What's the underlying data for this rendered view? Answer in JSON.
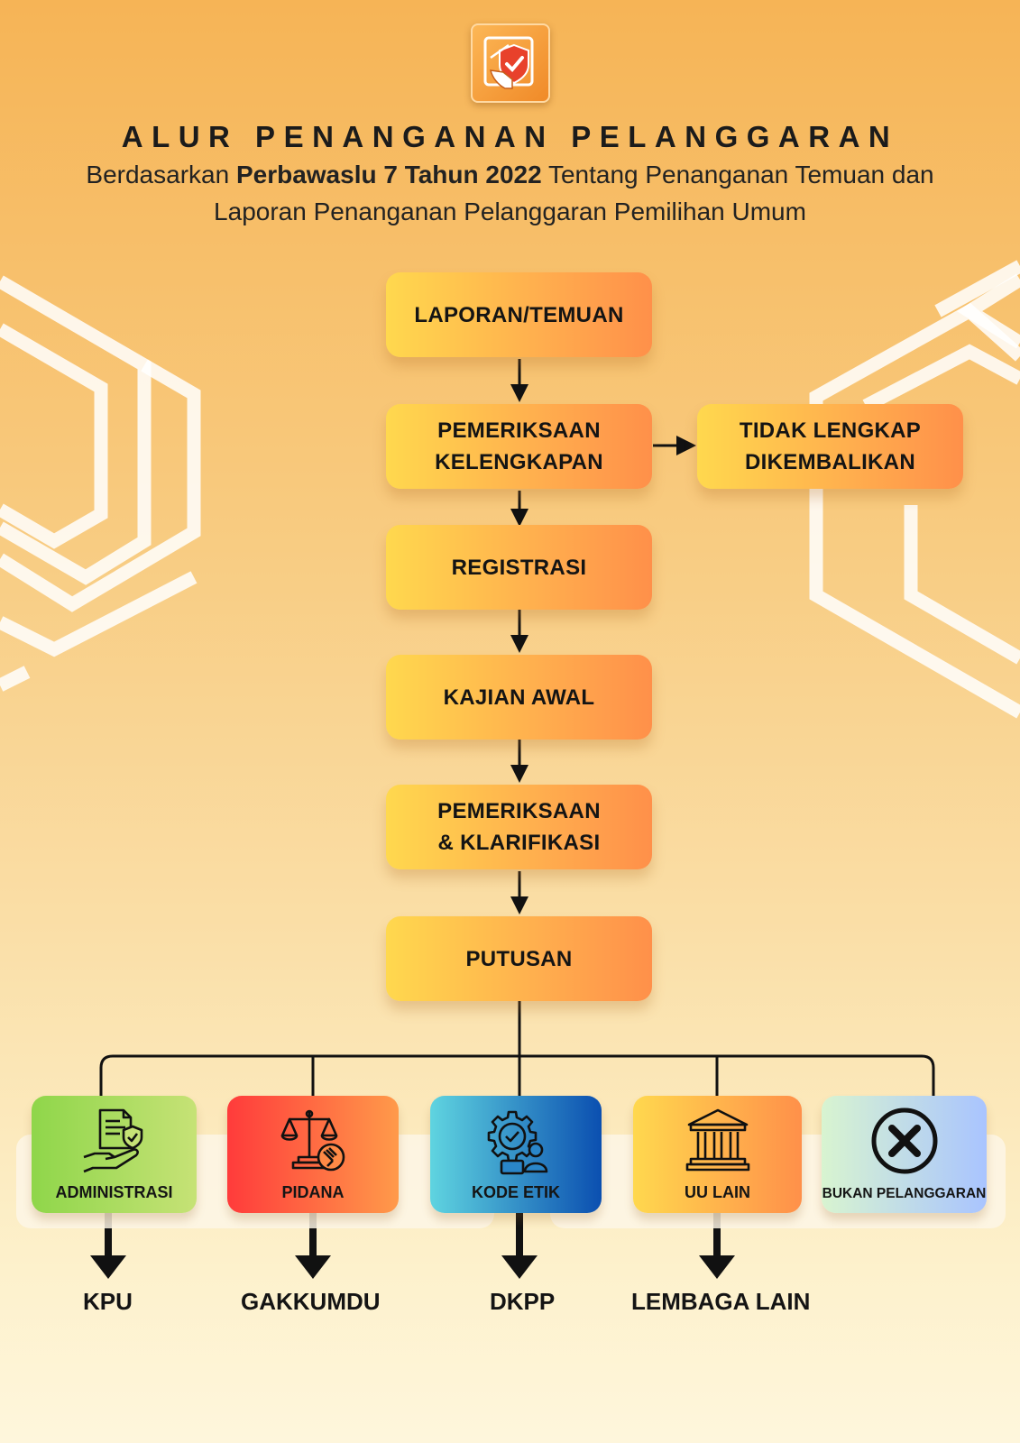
{
  "header": {
    "title": "ALUR PENANGANAN PELANGGARAN",
    "subtitle_pre": "Berdasarkan ",
    "subtitle_bold": "Perbawaslu 7 Tahun 2022",
    "subtitle_post": " Tentang Penanganan Temuan dan",
    "subtitle_line2": "Laporan Penanganan Pelanggaran Pemilihan Umum"
  },
  "flow": {
    "laporan": "LAPORAN/TEMUAN",
    "pemeriksaan_kelengkapan": [
      "PEMERIKSAAN",
      "KELENGKAPAN"
    ],
    "tidak_lengkap": [
      "TIDAK LENGKAP",
      "DIKEMBALIKAN"
    ],
    "registrasi": "REGISTRASI",
    "kajian_awal": "KAJIAN AWAL",
    "pemeriksaan_klarifikasi": [
      "PEMERIKSAAN",
      "& KLARIFIKASI"
    ],
    "putusan": "PUTUSAN"
  },
  "categories": {
    "administrasi": "ADMINISTRASI",
    "pidana": "PIDANA",
    "kode_etik": "KODE ETIK",
    "uu_lain": "UU LAIN",
    "bukan_pelanggaran": "BUKAN PELANGGARAN"
  },
  "destinations": {
    "kpu": "KPU",
    "gakkumdu": "GAKKUMDU",
    "dkpp": "DKPP",
    "lembaga_lain": "LEMBAGA LAIN"
  },
  "colors": {
    "step_gradient": [
      "#ffd84e",
      "#ff904a"
    ],
    "administrasi": [
      "#8fd64a",
      "#c6e276"
    ],
    "pidana": [
      "#ff3b3b",
      "#ff9a4a"
    ],
    "kode_etik": [
      "#5fd4e0",
      "#0b4fb0"
    ],
    "uu_lain": [
      "#ffd84e",
      "#ff904a"
    ],
    "bukan_pelanggaran": [
      "#d8f4d0",
      "#a9c4ff"
    ]
  },
  "icons": {
    "logo": "shield-check-hand-icon",
    "administrasi": "document-shield-hand-icon",
    "pidana": "scales-gavel-icon",
    "kode_etik": "gear-person-check-icon",
    "uu_lain": "courthouse-icon",
    "bukan_pelanggaran": "x-circle-icon"
  }
}
